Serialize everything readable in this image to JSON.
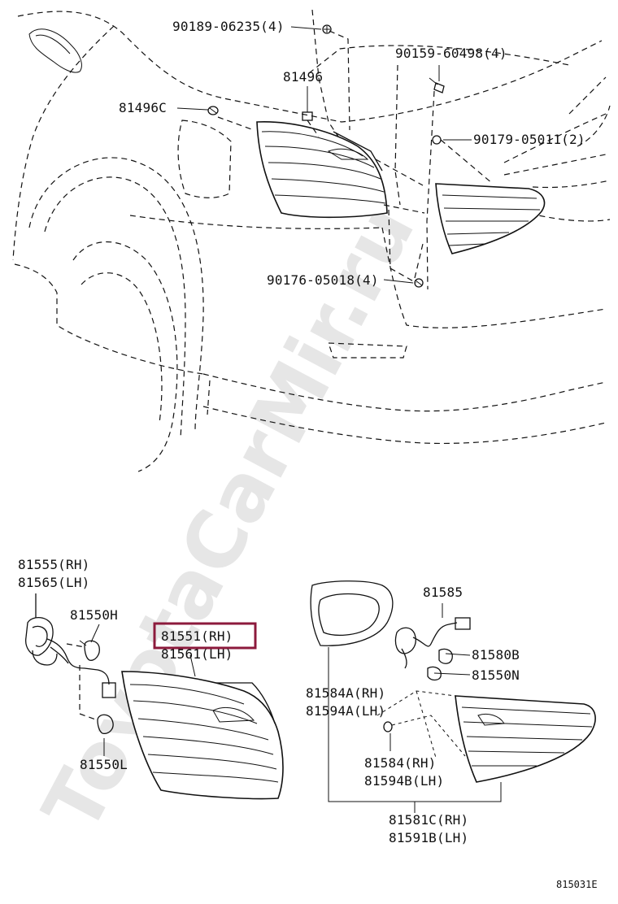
{
  "watermark": "ToyotaCarMir.ru",
  "highlight_color": "#8c1a3c",
  "labels": {
    "bolt_top": "90189-06235(4)",
    "grommet": "81496",
    "grommet_c": "81496C",
    "screw_right": "90159-60498(4)",
    "nut_right": "90179-05011(2)",
    "nut_lower": "90176-05018(4)",
    "socket_rh": "81555(RH)",
    "socket_lh": "81565(LH)",
    "bulb_h": "81550H",
    "bulb_l": "81550L",
    "outer_lamp_rh": "81551(RH)",
    "outer_lamp_lh": "81561(LH)",
    "gasket_rh": "81584A(RH)",
    "gasket_lh": "81594A(LH)",
    "inner_socket": "81585",
    "bulb_b": "81580B",
    "bulb_n": "81550N",
    "retainer_rh": "81584(RH)",
    "retainer_lh": "81594B(LH)",
    "inner_lamp_rh": "81581C(RH)",
    "inner_lamp_lh": "81591B(LH)",
    "figure_code": "815031E"
  }
}
